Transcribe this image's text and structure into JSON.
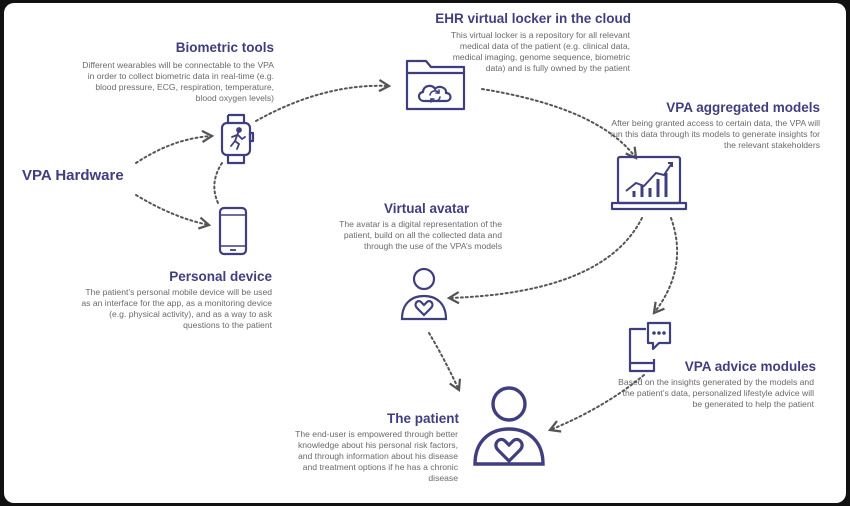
{
  "accent_color": "#3f3f7f",
  "text_color": "#6a6a6a",
  "hardware": {
    "title": "VPA Hardware"
  },
  "biometric": {
    "title": "Biometric tools",
    "desc": "Different wearables will be connectable to the VPA in order to collect biometric data in real-time (e.g. blood pressure, ECG, respiration, temperature, blood oxygen levels)",
    "icon": "smartwatch-icon"
  },
  "device": {
    "title": "Personal device",
    "desc": "The patient’s personal mobile device will be used as an interface for the app, as a monitoring device (e.g. physical activity), and as a way to ask questions to the patient",
    "icon": "smartphone-icon"
  },
  "ehr": {
    "title": "EHR virtual locker in the cloud",
    "desc": "This virtual locker is a repository for all relevant medical data of the patient (e.g. clinical data, medical imaging, genome sequence, biometric data) and is fully owned by the patient",
    "icon": "cloud-folder-icon"
  },
  "models": {
    "title": "VPA aggregated models",
    "desc": "After being granted access to certain data, the VPA will run this data through its models to generate insights for the relevant stakeholders",
    "icon": "laptop-chart-icon"
  },
  "avatar": {
    "title": "Virtual avatar",
    "desc": "The avatar is a digital representation of the patient, build on all the collected data and through the use of the VPA’s models",
    "icon": "avatar-heart-icon"
  },
  "advice": {
    "title": "VPA advice modules",
    "desc": "Based on the insights generated by the models and the patient’s data, personalized lifestyle advice will be generated to help the patient",
    "icon": "phone-chat-icon"
  },
  "patient": {
    "title": "The patient",
    "desc": "The end-user is  empowered through better knowledge about his personal risk factors, and through information about his disease and treatment options if he has a chronic disease",
    "icon": "patient-heart-icon"
  }
}
